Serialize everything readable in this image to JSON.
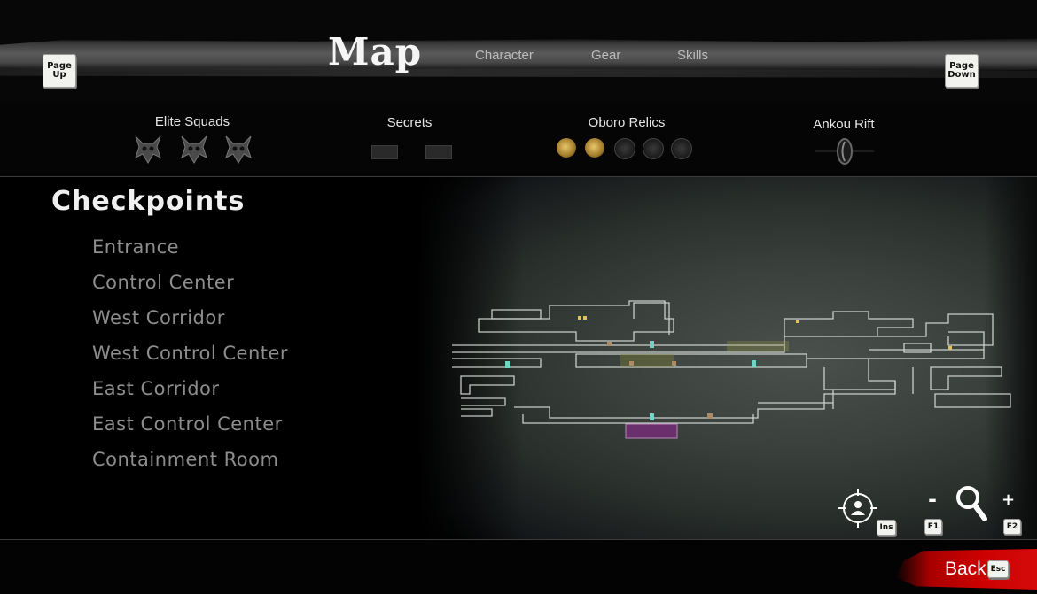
{
  "header": {
    "page_up": "Page\nUp",
    "page_down": "Page\nDown",
    "title": "Map",
    "tabs": [
      "Character",
      "Gear",
      "Skills"
    ]
  },
  "stats": {
    "elite_squads": {
      "label": "Elite Squads",
      "count": 3
    },
    "secrets": {
      "label": "Secrets",
      "count": 2
    },
    "oboro_relics": {
      "label": "Oboro Relics",
      "found": 2,
      "total": 5
    },
    "ankou_rift": {
      "label": "Ankou Rift"
    }
  },
  "checkpoints": {
    "title": "Checkpoints",
    "items": [
      "Entrance",
      "Control Center",
      "West Corridor",
      "West Control Center",
      "East Corridor",
      "East Control Center",
      "Containment Room"
    ]
  },
  "map_controls": {
    "center_key": "Ins",
    "zoom_out_key": "F1",
    "zoom_in_key": "F2",
    "zoom_out_symbol": "-",
    "zoom_in_symbol": "+"
  },
  "footer": {
    "back_label": "Back",
    "back_key": "Esc"
  },
  "colors": {
    "back_red": "#cc0000",
    "relic_gold": "#c9a24a",
    "map_line": "#d8ddd8",
    "room_purple": "#6a2f6c"
  }
}
